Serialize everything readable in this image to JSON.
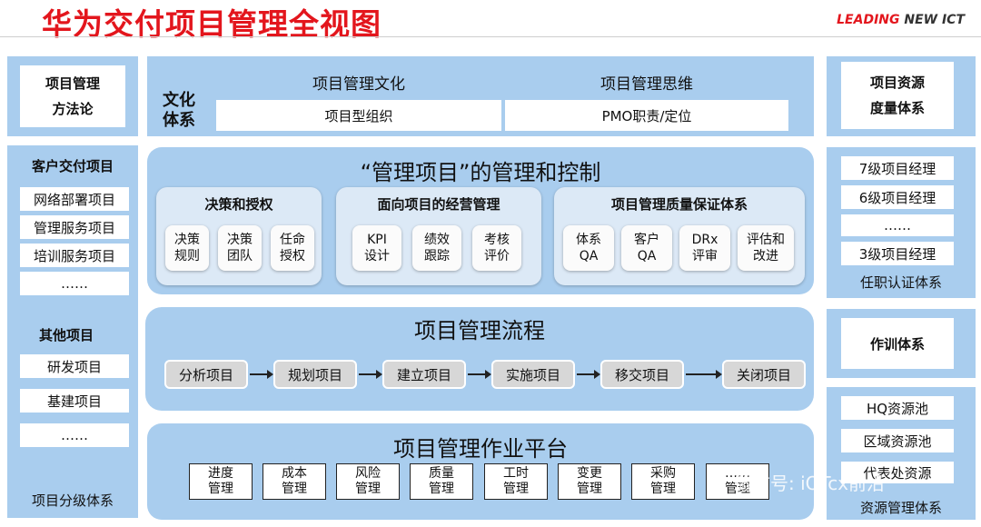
{
  "header": {
    "title": "华为交付项目管理全视图",
    "logo_part1": "LEADING ",
    "logo_part2": "NEW ICT"
  },
  "left": {
    "methodology": "项目管理\n方法论",
    "customer_title": "客户交付项目",
    "customer_items": [
      "网络部署项目",
      "管理服务项目",
      "培训服务项目",
      "……"
    ],
    "other_title": "其他项目",
    "other_items": [
      "研发项目",
      "基建项目",
      "……"
    ],
    "footer": "项目分级体系"
  },
  "culture": {
    "label": "文化\n体系",
    "col1_title": "项目管理文化",
    "col2_title": "项目管理思维",
    "col1_box": "项目型组织",
    "col2_box": "PMO职责/定位"
  },
  "control": {
    "title": "“管理项目”的管理和控制",
    "groups": [
      {
        "title": "决策和授权",
        "cards": [
          "决策\n规则",
          "决策\n团队",
          "任命\n授权"
        ]
      },
      {
        "title": "面向项目的经营管理",
        "cards": [
          "KPI\n设计",
          "绩效\n跟踪",
          "考核\n评价"
        ]
      },
      {
        "title": "项目管理质量保证体系",
        "cards": [
          "体系\nQA",
          "客户\nQA",
          "DRx\n评审",
          "评估和\n改进"
        ]
      }
    ]
  },
  "process": {
    "title": "项目管理流程",
    "steps": [
      "分析项目",
      "规划项目",
      "建立项目",
      "实施项目",
      "移交项目",
      "关闭项目"
    ]
  },
  "platform": {
    "title": "项目管理作业平台",
    "items": [
      "进度\n管理",
      "成本\n管理",
      "风险\n管理",
      "质量\n管理",
      "工时\n管理",
      "变更\n管理",
      "采购\n管理",
      "……\n管理"
    ]
  },
  "right": {
    "resource_measure": "项目资源\n度量体系",
    "levels": [
      "7级项目经理",
      "6级项目经理",
      "……",
      "3级项目经理"
    ],
    "cert_footer": "任职认证体系",
    "training": "作训体系",
    "pools": [
      "HQ资源池",
      "区域资源池",
      "代表处资源"
    ],
    "pool_footer": "资源管理体系"
  },
  "watermark": "微信号: iOTcx前沿"
}
